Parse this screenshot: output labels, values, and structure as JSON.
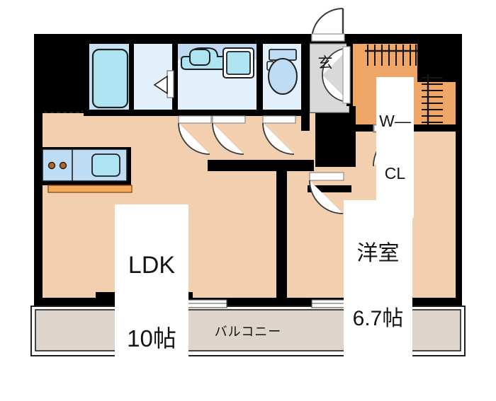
{
  "plan": {
    "type": "japanese-apartment-floor-plan",
    "layout_code": "1LDK",
    "colors": {
      "wall": "#000000",
      "room_floor": "#f2cfae",
      "wet_area": "#e2f0fb",
      "fixture_fill": "#aee3f2",
      "tub_panel": "#c6e2f7",
      "closet_floor": "#f0a666",
      "genkan_tile": "#d9d9d9",
      "balcony_floor": "#ddd5cb",
      "door_leaf": "#ffffff",
      "counter_trim": "#f5a95c",
      "stove_knob": "#b4641e",
      "label_bg": "#ffffff",
      "text": "#141414"
    },
    "rooms": [
      {
        "id": "ldk",
        "name_line1": "LDK",
        "name_line2": "10帖",
        "floor_type": "room_floor",
        "area_tatami": 10
      },
      {
        "id": "bedroom",
        "name_line1": "洋室",
        "name_line2": "6.7帖",
        "floor_type": "room_floor",
        "area_tatami": 6.7
      },
      {
        "id": "walk-in-closet",
        "name_line1": "W—",
        "name_line2": "CL",
        "floor_type": "closet_floor"
      },
      {
        "id": "entrance",
        "name": "玄",
        "floor_type": "genkan_tile"
      },
      {
        "id": "balcony",
        "name": "バルコニー",
        "floor_type": "balcony_floor"
      },
      {
        "id": "bathroom",
        "name": "",
        "floor_type": "wet_area"
      },
      {
        "id": "washroom",
        "name": "",
        "floor_type": "wet_area"
      },
      {
        "id": "toilet",
        "name": "",
        "floor_type": "wet_area"
      }
    ],
    "fixtures": [
      {
        "id": "bathtub",
        "room": "bathroom"
      },
      {
        "id": "vanity-sink",
        "room": "washroom"
      },
      {
        "id": "washing-machine-pan",
        "room": "washroom"
      },
      {
        "id": "toilet-bowl",
        "room": "toilet"
      },
      {
        "id": "kitchen-sink",
        "room": "ldk"
      },
      {
        "id": "kitchen-stove-2burner",
        "room": "ldk"
      },
      {
        "id": "storage-box-dashed",
        "room": "ldk"
      },
      {
        "id": "closet-hanger-rod-top",
        "room": "walk-in-closet"
      },
      {
        "id": "closet-hanger-rod-right",
        "room": "walk-in-closet"
      }
    ],
    "doors": [
      {
        "id": "entry-door",
        "kind": "swing-out"
      },
      {
        "id": "genkan-inner-door",
        "kind": "swing"
      },
      {
        "id": "bathroom-door",
        "kind": "swing"
      },
      {
        "id": "washroom-door",
        "kind": "swing"
      },
      {
        "id": "toilet-door",
        "kind": "swing"
      },
      {
        "id": "bedroom-door",
        "kind": "swing"
      },
      {
        "id": "wcl-door",
        "kind": "swing"
      },
      {
        "id": "ldk-balcony-slider",
        "kind": "sliding-glass"
      },
      {
        "id": "bedroom-balcony-slider",
        "kind": "sliding-glass"
      }
    ]
  },
  "labels": {
    "ldk_line1": "LDK",
    "ldk_line2": "10帖",
    "bedroom_line1": "洋室",
    "bedroom_line2": "6.7帖",
    "wcl_line1": "W—",
    "wcl_line2": "CL",
    "genkan": "玄",
    "balcony": "バルコニー"
  }
}
